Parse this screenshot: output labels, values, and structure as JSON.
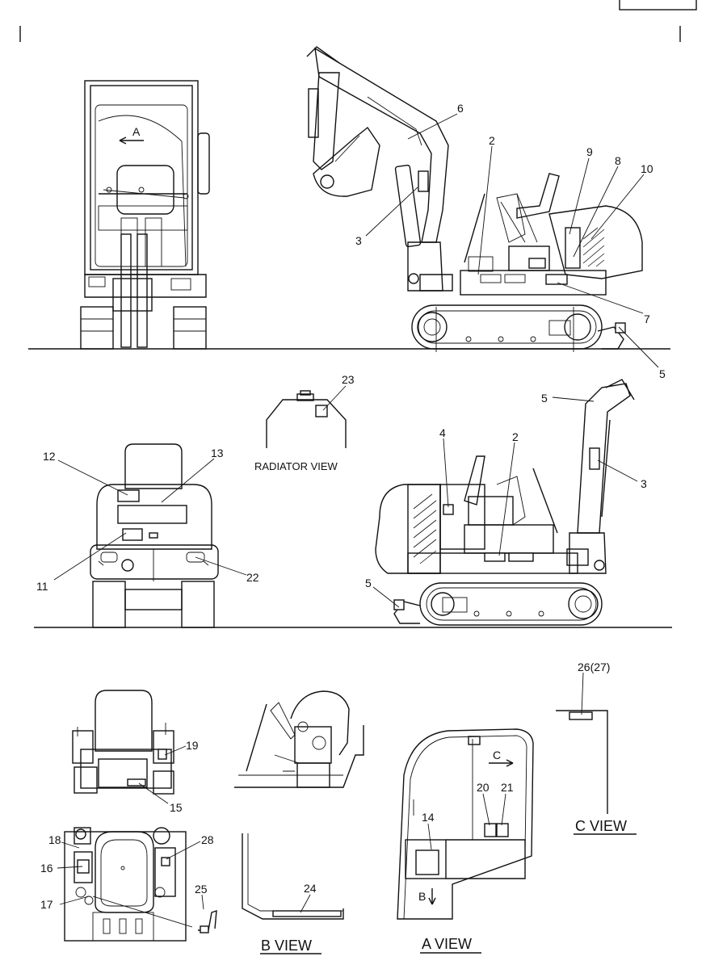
{
  "callouts": {
    "c1": "6",
    "c2": "2",
    "c3": "9",
    "c4": "8",
    "c5": "10",
    "c6": "3",
    "c7": "7",
    "c8": "5",
    "c9": "23",
    "c10": "5",
    "c11": "4",
    "c12": "2",
    "c13": "3",
    "c14": "5",
    "c15": "12",
    "c16": "13",
    "c17": "11",
    "c18": "22",
    "c19": "26(27)",
    "c20": "19",
    "c21": "15",
    "c22": "20",
    "c23": "21",
    "c24": "14",
    "c25": "18",
    "c26": "28",
    "c27": "16",
    "c28": "17",
    "c29": "25",
    "c30": "24"
  },
  "view_labels": {
    "arrow_a": "A",
    "arrow_b": "B",
    "arrow_c": "C",
    "radiator_view": "RADIATOR VIEW",
    "c_view": "C VIEW",
    "b_view": "B VIEW",
    "a_view": "A VIEW"
  }
}
